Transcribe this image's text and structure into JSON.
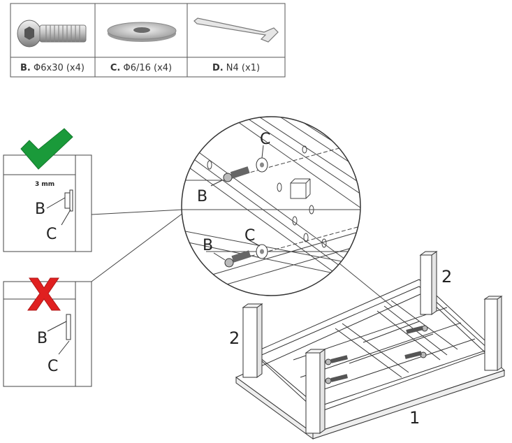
{
  "parts_table": {
    "parts": [
      {
        "code": "B.",
        "desc": " Φ6x30 (x4)",
        "icon": "bolt-icon"
      },
      {
        "code": "C.",
        "desc": " Φ6/16 (x4)",
        "icon": "washer-icon"
      },
      {
        "code": "D.",
        "desc": " N4 (x1)",
        "icon": "hex-key-icon"
      }
    ]
  },
  "correct_panel": {
    "status_icon": "checkmark-icon",
    "status_color": "#1a9a3a",
    "gap_label": "3 mm",
    "label_b": "B",
    "label_c": "C"
  },
  "wrong_panel": {
    "status_icon": "cross-icon",
    "status_color": "#e02020",
    "label_b": "B",
    "label_c": "C"
  },
  "zoom_detail": {
    "label_b_top": "B",
    "label_c_top": "C",
    "label_b_bottom": "B",
    "label_c_bottom": "C"
  },
  "table_view": {
    "label_1": "1",
    "label_2_right": "2",
    "label_2_left": "2"
  }
}
